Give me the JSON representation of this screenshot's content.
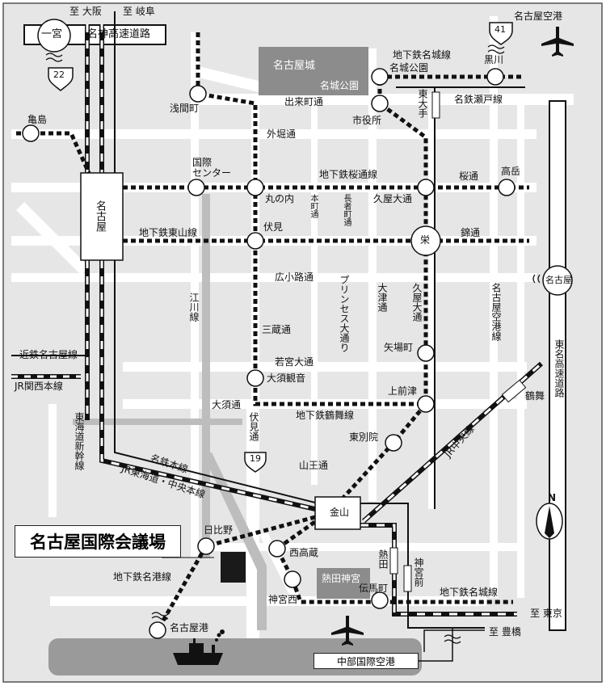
{
  "title": "名古屋国際会議場",
  "colors": {
    "background": "#e6e6e6",
    "road": "#ffffff",
    "park": "#8c8c8c",
    "sea": "#9a9a9a",
    "line": "#111111"
  },
  "highways": {
    "meishin": "名神高速道路",
    "tomei": "東名高速道路",
    "ichinomiya": "一宮",
    "nagoya_ic": "名古屋",
    "route22": "22",
    "route41": "41",
    "route19": "19"
  },
  "directions": {
    "osaka": "至 大阪",
    "gifu": "至 岐阜",
    "tokyo": "至 東京",
    "toyohashi": "至 豊橋"
  },
  "stations": {
    "nagoya": "名古屋",
    "kanayama": "金山",
    "sengencho": "浅間町",
    "kamejima": "亀島",
    "kokusai_center": "国際\nセンター",
    "marunouchi": "丸の内",
    "fushimi": "伏見",
    "osukannon": "大須観音",
    "meijokoen": "名城公園",
    "shiyakusho": "市役所",
    "kurokawa": "黒川",
    "hisaya_odori": "久屋大通",
    "takaoka": "高岳",
    "sakae": "栄",
    "yabacho": "矢場町",
    "kamimaezu": "上前津",
    "higashibetsuin": "東別院",
    "hibino": "日比野",
    "nishitakakura": "西高蔵",
    "jinguunishi": "神宮西",
    "tenmacho": "伝馬町",
    "nagoyako": "名古屋港",
    "higashiote": "東大手",
    "atsuta": "熱田",
    "jingumae": "神宮前",
    "tsurumai": "鶴舞"
  },
  "lines": {
    "meijo": "地下鉄名城線",
    "meijo2": "地下鉄名城線",
    "sakuradori": "地下鉄桜通線",
    "higashiyama": "地下鉄東山線",
    "tsurumai": "地下鉄鶴舞線",
    "meiko": "地下鉄名港線",
    "meitetsu_seto": "名鉄瀬戸線",
    "kintetsu": "近鉄名古屋線",
    "jr_kansai": "JR関西本線",
    "shinkansen": "東海道新幹線",
    "meitetsu_honsen": "名鉄本線",
    "jr_tokaido": "JR東海道・中央本線",
    "chuo": "JR中央線"
  },
  "streets": {
    "demachi": "出来町通",
    "sotobori": "外堀通",
    "sakura": "桜通",
    "nishiki": "錦通",
    "hirokoji": "広小路通",
    "honmachi": "本町通",
    "chojamachi": "長者町通",
    "princess": "プリンセス大通り",
    "otsu": "大津通",
    "hisaya": "久屋大通",
    "kuko": "名古屋空港線",
    "egawa": "江川線",
    "mikura": "三蔵通",
    "wakamiya": "若宮大通",
    "osu": "大須通",
    "fushimi": "伏見通",
    "sanno": "山王通"
  },
  "landmarks": {
    "nagoya_castle": "名古屋城",
    "meijo_park": "名城公園",
    "atsuta_jingu": "熱田神宮",
    "nagoya_airport": "名古屋空港",
    "centrair": "中部国際空港",
    "north": "N"
  }
}
